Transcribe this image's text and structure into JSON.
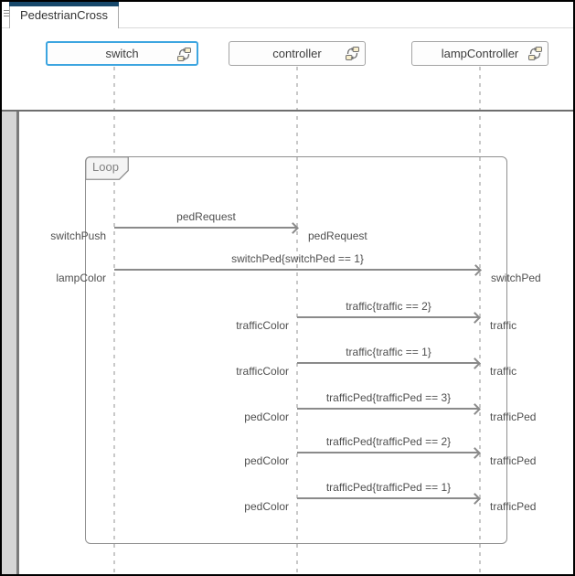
{
  "window": {
    "tab_title": "PedestrianCross"
  },
  "lifelines": [
    {
      "name": "switch",
      "selected": true
    },
    {
      "name": "controller",
      "selected": false
    },
    {
      "name": "lampController",
      "selected": false
    }
  ],
  "fragment": {
    "operator": "Loop"
  },
  "messages": [
    {
      "from": "switch",
      "to": "controller",
      "label": "pedRequest",
      "source_event": "switchPush",
      "dest_event": "pedRequest"
    },
    {
      "from": "switch",
      "to": "lampController",
      "label": "switchPed{switchPed == 1}",
      "source_event": "lampColor",
      "dest_event": "switchPed"
    },
    {
      "from": "controller",
      "to": "lampController",
      "label": "traffic{traffic == 2}",
      "source_event": "trafficColor",
      "dest_event": "traffic"
    },
    {
      "from": "controller",
      "to": "lampController",
      "label": "traffic{traffic == 1}",
      "source_event": "trafficColor",
      "dest_event": "traffic"
    },
    {
      "from": "controller",
      "to": "lampController",
      "label": "trafficPed{trafficPed == 3}",
      "source_event": "pedColor",
      "dest_event": "trafficPed"
    },
    {
      "from": "controller",
      "to": "lampController",
      "label": "trafficPed{trafficPed == 2}",
      "source_event": "pedColor",
      "dest_event": "trafficPed"
    },
    {
      "from": "controller",
      "to": "lampController",
      "label": "trafficPed{trafficPed == 1}",
      "source_event": "pedColor",
      "dest_event": "trafficPed"
    }
  ],
  "colors": {
    "selected-border": "#3da5e0",
    "tab-accent": "#17486b",
    "line-gray": "#8a8a8a",
    "label-gray": "#4f4f4f",
    "lifeline-dash": "#c9c9c9",
    "icon-fill": "#f9efcd"
  }
}
